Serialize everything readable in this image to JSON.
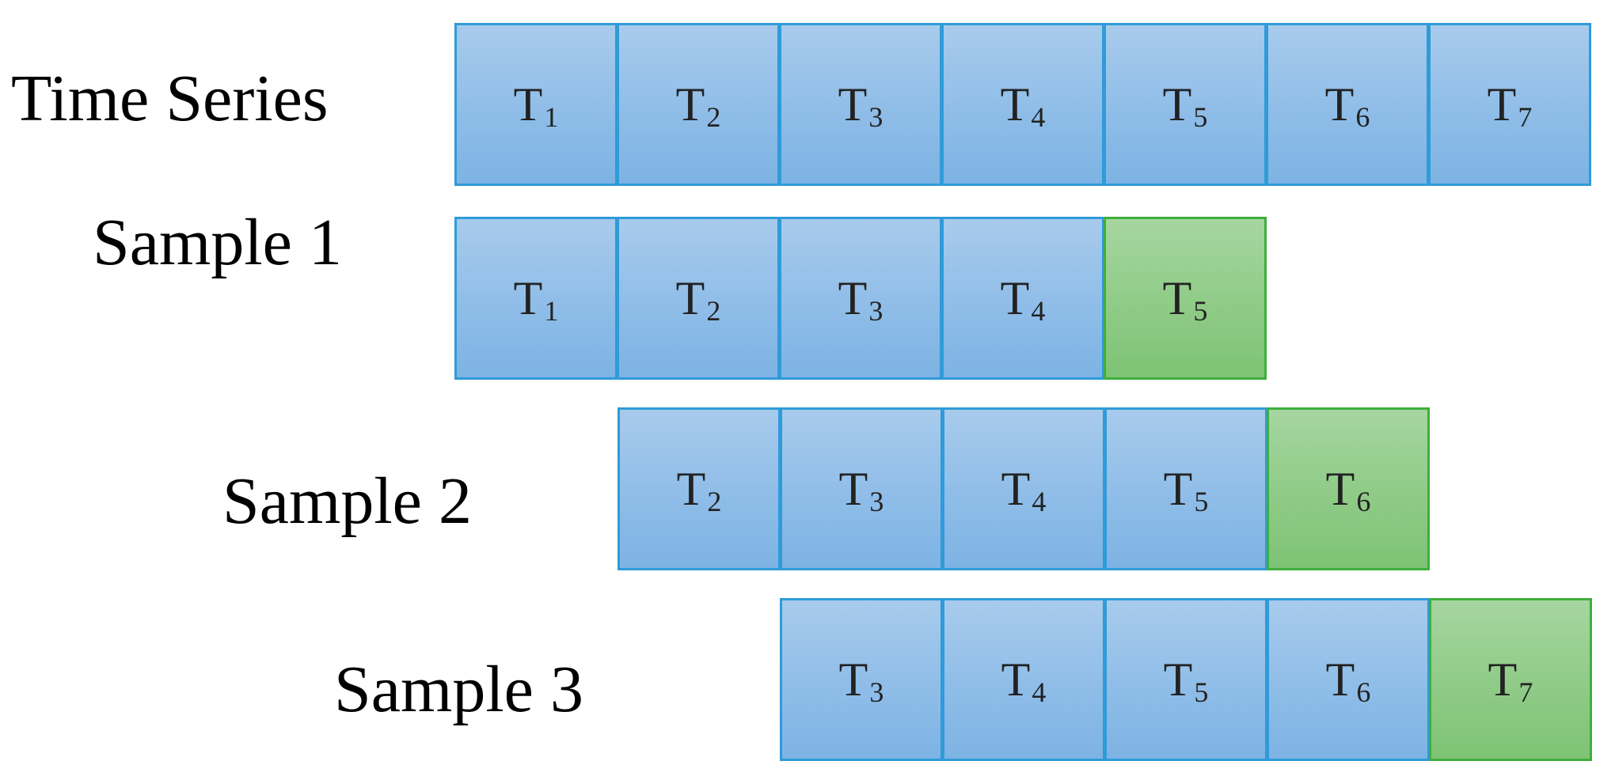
{
  "rows": [
    {
      "label": "Time Series",
      "cells": [
        {
          "base": "T",
          "sub": "1",
          "role": "input"
        },
        {
          "base": "T",
          "sub": "2",
          "role": "input"
        },
        {
          "base": "T",
          "sub": "3",
          "role": "input"
        },
        {
          "base": "T",
          "sub": "4",
          "role": "input"
        },
        {
          "base": "T",
          "sub": "5",
          "role": "input"
        },
        {
          "base": "T",
          "sub": "6",
          "role": "input"
        },
        {
          "base": "T",
          "sub": "7",
          "role": "input"
        }
      ]
    },
    {
      "label": "Sample 1",
      "cells": [
        {
          "base": "T",
          "sub": "1",
          "role": "input"
        },
        {
          "base": "T",
          "sub": "2",
          "role": "input"
        },
        {
          "base": "T",
          "sub": "3",
          "role": "input"
        },
        {
          "base": "T",
          "sub": "4",
          "role": "input"
        },
        {
          "base": "T",
          "sub": "5",
          "role": "target"
        }
      ]
    },
    {
      "label": "Sample 2",
      "cells": [
        {
          "base": "T",
          "sub": "2",
          "role": "input"
        },
        {
          "base": "T",
          "sub": "3",
          "role": "input"
        },
        {
          "base": "T",
          "sub": "4",
          "role": "input"
        },
        {
          "base": "T",
          "sub": "5",
          "role": "input"
        },
        {
          "base": "T",
          "sub": "6",
          "role": "target"
        }
      ]
    },
    {
      "label": "Sample 3",
      "cells": [
        {
          "base": "T",
          "sub": "3",
          "role": "input"
        },
        {
          "base": "T",
          "sub": "4",
          "role": "input"
        },
        {
          "base": "T",
          "sub": "5",
          "role": "input"
        },
        {
          "base": "T",
          "sub": "6",
          "role": "input"
        },
        {
          "base": "T",
          "sub": "7",
          "role": "target"
        }
      ]
    }
  ],
  "colors": {
    "input_fill": "#8fbde8",
    "input_border": "#2f9bd8",
    "target_fill": "#8fcb87",
    "target_border": "#3fae3c"
  }
}
